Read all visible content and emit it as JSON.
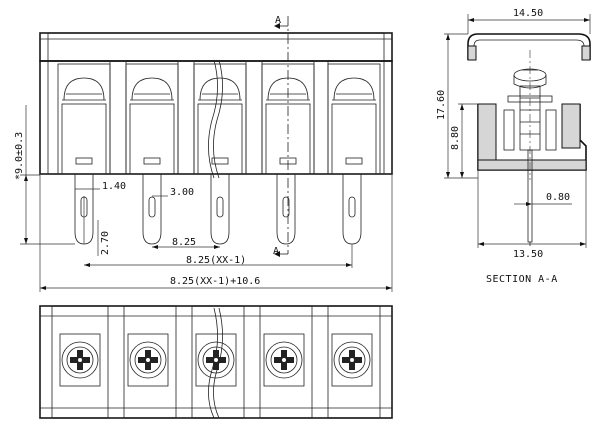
{
  "top_view": {
    "dim_overall": "8.25(XX-1)+10.6",
    "dim_pitch_range": "8.25(XX-1)",
    "dim_pitch": "8.25",
    "dim_pin_offset": "3.00",
    "dim_pin_width": "1.40",
    "dim_pin_length": "2.70",
    "dim_height": "*9.0±0.3",
    "section_mark": "A"
  },
  "section_view": {
    "title": "SECTION A-A",
    "dim_width_top": "14.50",
    "dim_width_bottom": "13.50",
    "dim_height_total": "17.60",
    "dim_height_body": "8.80",
    "dim_pin_thickness": "0.80"
  },
  "positions": 5
}
